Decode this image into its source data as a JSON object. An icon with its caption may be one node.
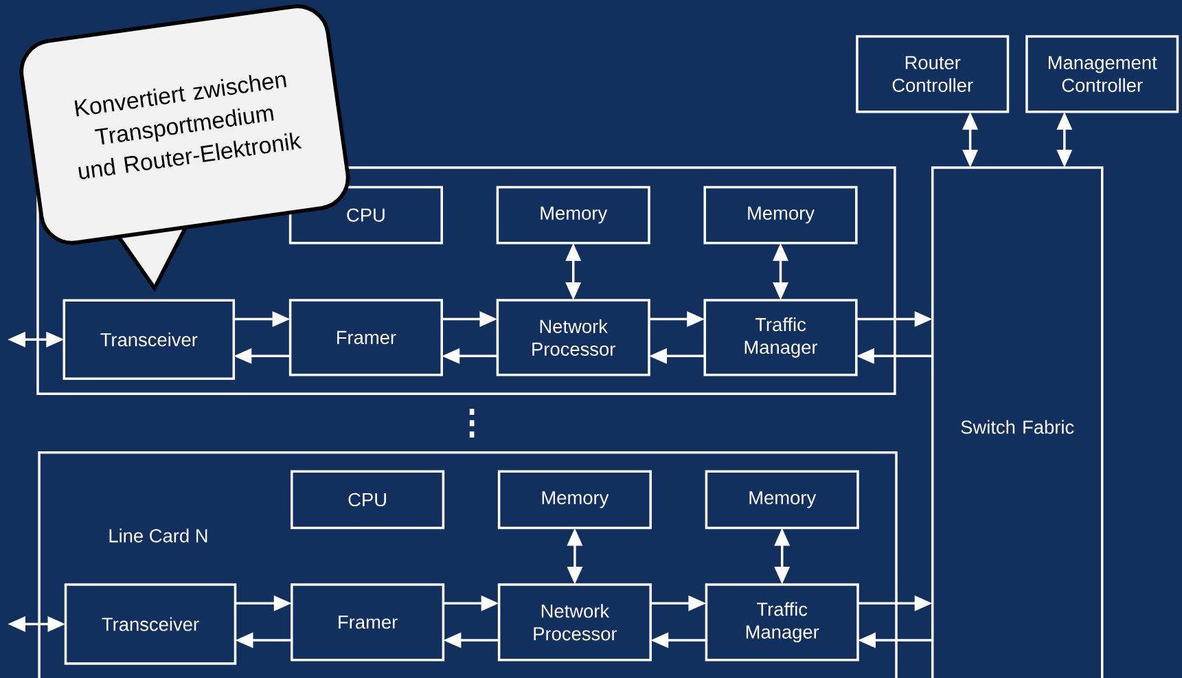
{
  "diagram": {
    "nodes": [
      {
        "text": [
          "Router Controller"
        ]
      },
      {
        "text": [
          "Management Controller"
        ]
      },
      {
        "text": [],
        "shape": "box"
      },
      {
        "text": [
          "CPU"
        ],
        "in": 2
      },
      {
        "text": [
          "Memory"
        ],
        "in": 2
      },
      {
        "text": [
          "Memory"
        ],
        "in": 2
      },
      {
        "text": [
          "Transceiver"
        ],
        "in": 2
      },
      {
        "text": [
          "Framer"
        ],
        "in": 2
      },
      {
        "text": [
          "Network Processor"
        ],
        "in": 2
      },
      {
        "text": [
          "Traffic Manager"
        ],
        "in": 2
      },
      {
        "text": [
          "Switch Fabric"
        ]
      },
      {
        "text": [
          "Line Card N"
        ]
      },
      {
        "text": [
          "CPU"
        ],
        "in": 11
      },
      {
        "text": [
          "Memory"
        ],
        "in": 11
      },
      {
        "text": [
          "Memory"
        ],
        "in": 11
      },
      {
        "text": [
          "Transceiver"
        ],
        "in": 11
      },
      {
        "text": [
          "Framer"
        ],
        "in": 11
      },
      {
        "text": [
          "Network Processor"
        ],
        "in": 11
      },
      {
        "text": [
          "Traffic Manager"
        ],
        "in": 11
      },
      {
        "text": [
          "Konvertiert zwischen Transportmedium und Router-Elektronik"
        ]
      }
    ],
    "edges": [
      {
        "from": 0,
        "to": 10,
        "arrow": "both"
      },
      {
        "from": 1,
        "to": 10,
        "arrow": "both"
      },
      {
        "from": 4,
        "to": 8,
        "arrow": "both"
      },
      {
        "from": 5,
        "to": 9,
        "arrow": "both"
      },
      {
        "from": null,
        "to": 6,
        "arrow": "both"
      },
      {
        "from": 6,
        "to": 7,
        "arrow": "to"
      },
      {
        "from": 7,
        "to": 6,
        "arrow": "to"
      },
      {
        "from": 7,
        "to": 8,
        "arrow": "to"
      },
      {
        "from": 8,
        "to": 7,
        "arrow": "to"
      },
      {
        "from": 8,
        "to": 9,
        "arrow": "to"
      },
      {
        "from": 9,
        "to": 8,
        "arrow": "to"
      },
      {
        "from": 9,
        "to": 10,
        "arrow": "to"
      },
      {
        "from": 10,
        "to": 9,
        "arrow": "to"
      },
      {
        "from": 13,
        "to": 17,
        "arrow": "both"
      },
      {
        "from": 14,
        "to": 18,
        "arrow": "both"
      },
      {
        "from": null,
        "to": 15,
        "arrow": "both"
      },
      {
        "from": 15,
        "to": 16,
        "arrow": "to"
      },
      {
        "from": 16,
        "to": 15,
        "arrow": "to"
      },
      {
        "from": 16,
        "to": 17,
        "arrow": "to"
      },
      {
        "from": 17,
        "to": 16,
        "arrow": "to"
      },
      {
        "from": 17,
        "to": 18,
        "arrow": "to"
      },
      {
        "from": 18,
        "to": 17,
        "arrow": "to"
      },
      {
        "from": 18,
        "to": 10,
        "arrow": "to"
      },
      {
        "from": 10,
        "to": 18,
        "arrow": "to"
      }
    ]
  }
}
